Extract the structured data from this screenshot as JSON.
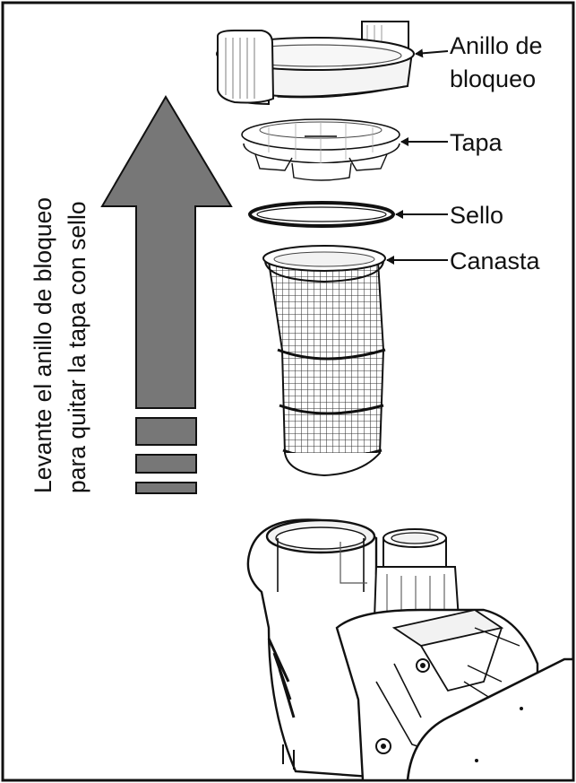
{
  "labels": {
    "ring": [
      "Anillo de",
      "bloqueo"
    ],
    "lid": "Tapa",
    "seal": "Sello",
    "basket": "Canasta"
  },
  "instruction": {
    "line1": "Levante el anillo de bloqueo",
    "line2": "para quitar la tapa con sello"
  },
  "colors": {
    "arrow_fill": "#777777",
    "stroke": "#111111",
    "background": "#ffffff",
    "light_fill": "#f4f4f4"
  }
}
